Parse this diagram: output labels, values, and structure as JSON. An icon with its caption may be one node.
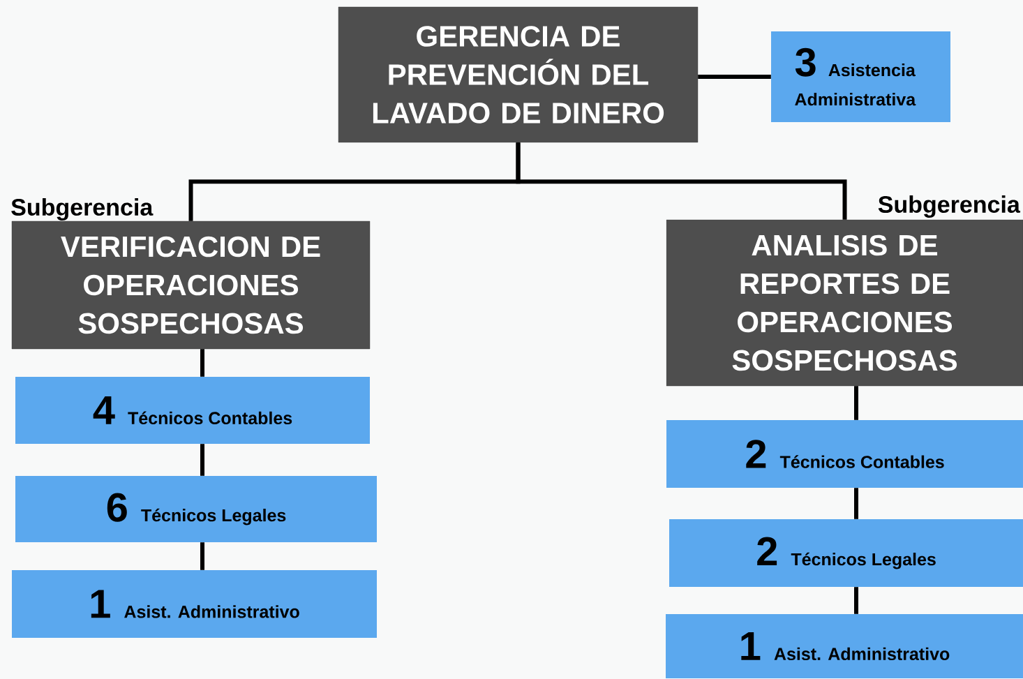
{
  "diagram": {
    "nodes": [
      {
        "text": [
          "GERENCIA DE PREVENCIÓN DEL LAVADO DE DINERO"
        ]
      },
      {
        "text": [
          "3",
          "Asistencia Administrativa"
        ]
      },
      {
        "text": [
          "Subgerencia",
          "VERIFICACION DE OPERACIONES SOSPECHOSAS"
        ]
      },
      {
        "text": [
          "Subgerencia",
          "ANALISIS DE REPORTES DE OPERACIONES SOSPECHOSAS"
        ]
      },
      {
        "text": [
          "4",
          "Técnicos Contables"
        ]
      },
      {
        "text": [
          "6",
          "Técnicos Legales"
        ]
      },
      {
        "text": [
          "1",
          "Asist. Administrativo"
        ]
      },
      {
        "text": [
          "2",
          "Técnicos Contables"
        ]
      },
      {
        "text": [
          "2",
          "Técnicos Legales"
        ]
      },
      {
        "text": [
          "1",
          "Asist. Administrativo"
        ]
      }
    ],
    "edges": [
      {
        "from": 0,
        "to": 1,
        "arrow": "none"
      },
      {
        "from": 0,
        "to": 2,
        "arrow": "none"
      },
      {
        "from": 0,
        "to": 3,
        "arrow": "none"
      },
      {
        "from": 2,
        "to": 4,
        "arrow": "none"
      },
      {
        "from": 4,
        "to": 5,
        "arrow": "none"
      },
      {
        "from": 5,
        "to": 6,
        "arrow": "none"
      },
      {
        "from": 3,
        "to": 7,
        "arrow": "none"
      },
      {
        "from": 7,
        "to": 8,
        "arrow": "none"
      },
      {
        "from": 8,
        "to": 9,
        "arrow": "none"
      }
    ]
  }
}
